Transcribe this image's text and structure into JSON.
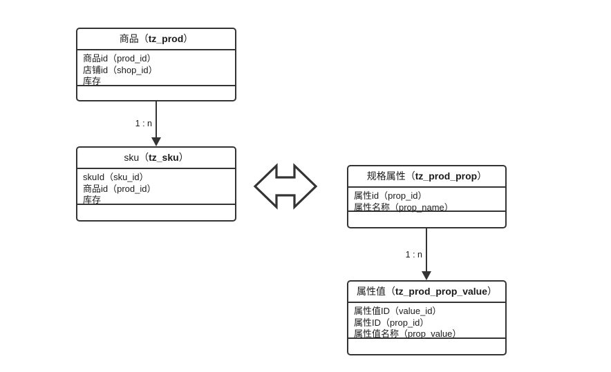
{
  "diagram": {
    "type": "entity-relationship",
    "background_color": "#ffffff",
    "line_color": "#333333",
    "text_color": "#1a1a1a",
    "entities": [
      {
        "id": "prod",
        "name_cn": "商品",
        "table": "tz_prod",
        "title": "商品（tz_prod）",
        "attributes": [
          "商品id（prod_id）",
          "店铺id（shop_id）",
          "库存"
        ]
      },
      {
        "id": "sku",
        "name_cn": "sku",
        "table": "tz_sku",
        "title": "sku（tz_sku）",
        "attributes": [
          "skuId（sku_id）",
          "商品id（prod_id）",
          "库存"
        ]
      },
      {
        "id": "prop",
        "name_cn": "规格属性",
        "table": "tz_prod_prop",
        "title": "规格属性（tz_prod_prop）",
        "attributes": [
          "属性id（prop_id）",
          "属性名称（prop_name）"
        ]
      },
      {
        "id": "prop_value",
        "name_cn": "属性值",
        "table": "tz_prod_prop_value",
        "title": "属性值（tz_prod_prop_value）",
        "attributes": [
          "属性值ID（value_id）",
          "属性ID（prop_id）",
          "属性值名称（prop_value）"
        ]
      }
    ],
    "connectors": [
      {
        "id": "prod-to-sku",
        "from": "prod",
        "to": "sku",
        "label": "1 : n",
        "style": "solid-arrow-down"
      },
      {
        "id": "prop-to-prop-value",
        "from": "prop",
        "to": "prop_value",
        "label": "1 : n",
        "style": "solid-arrow-down"
      }
    ],
    "relation_arrow": {
      "id": "sku-prop-relation",
      "icon": "double-headed-arrow-icon",
      "direction": "bidirectional",
      "connects": [
        "sku",
        "prop"
      ]
    }
  }
}
